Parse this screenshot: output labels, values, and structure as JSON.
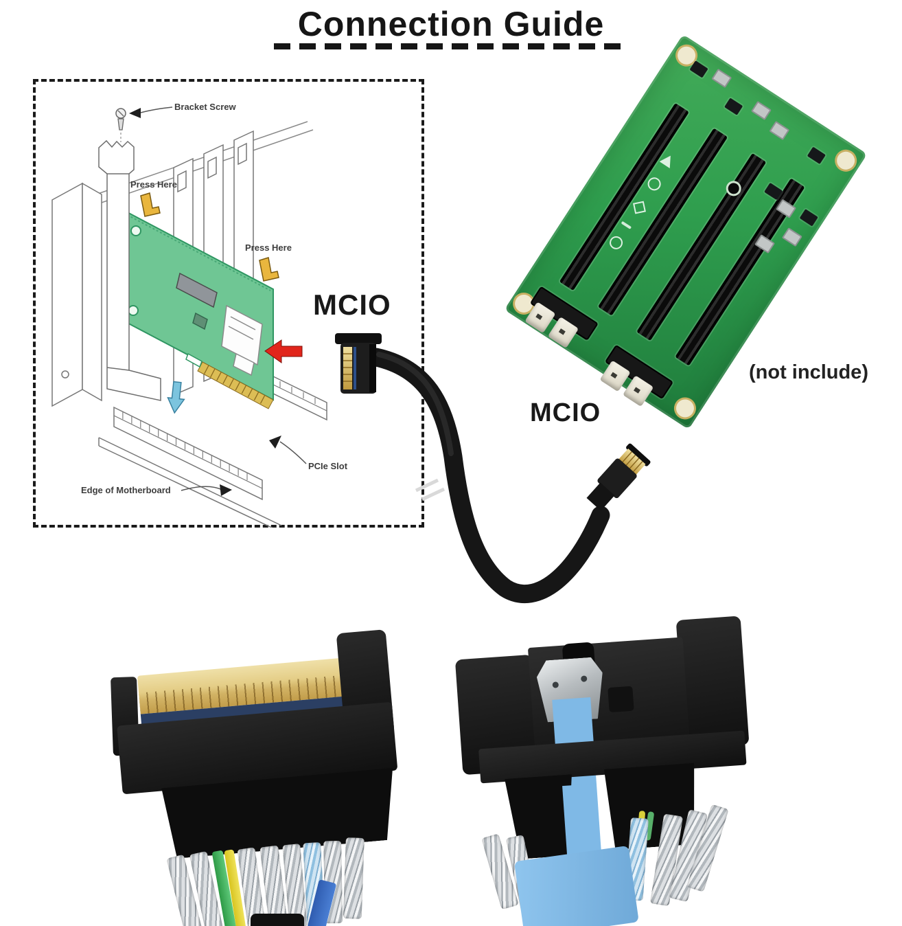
{
  "title": "Connection Guide",
  "install_diagram": {
    "bracket_screw_label": "Bracket Screw",
    "press_here_label_1": "Press Here",
    "press_here_label_2": "Press Here",
    "pcie_slot_label": "PCIe Slot",
    "edge_of_motherboard_label": "Edge of Motherboard"
  },
  "cable": {
    "host_connector_label": "MCIO",
    "device_connector_label": "MCIO"
  },
  "backplane_board": {
    "availability_note": "(not include)"
  },
  "colors": {
    "pcb_photo_green": "#2f9e4e",
    "diagram_card_green": "#6fc694",
    "cable_black": "#1a1a1a",
    "pull_tab_blue": "#82bce9",
    "gold_contacts": "#d9b94f",
    "press_clip_yellow": "#e9b63e",
    "insert_arrow_red": "#e1251b",
    "insert_arrow_blue": "#7cc4de"
  }
}
